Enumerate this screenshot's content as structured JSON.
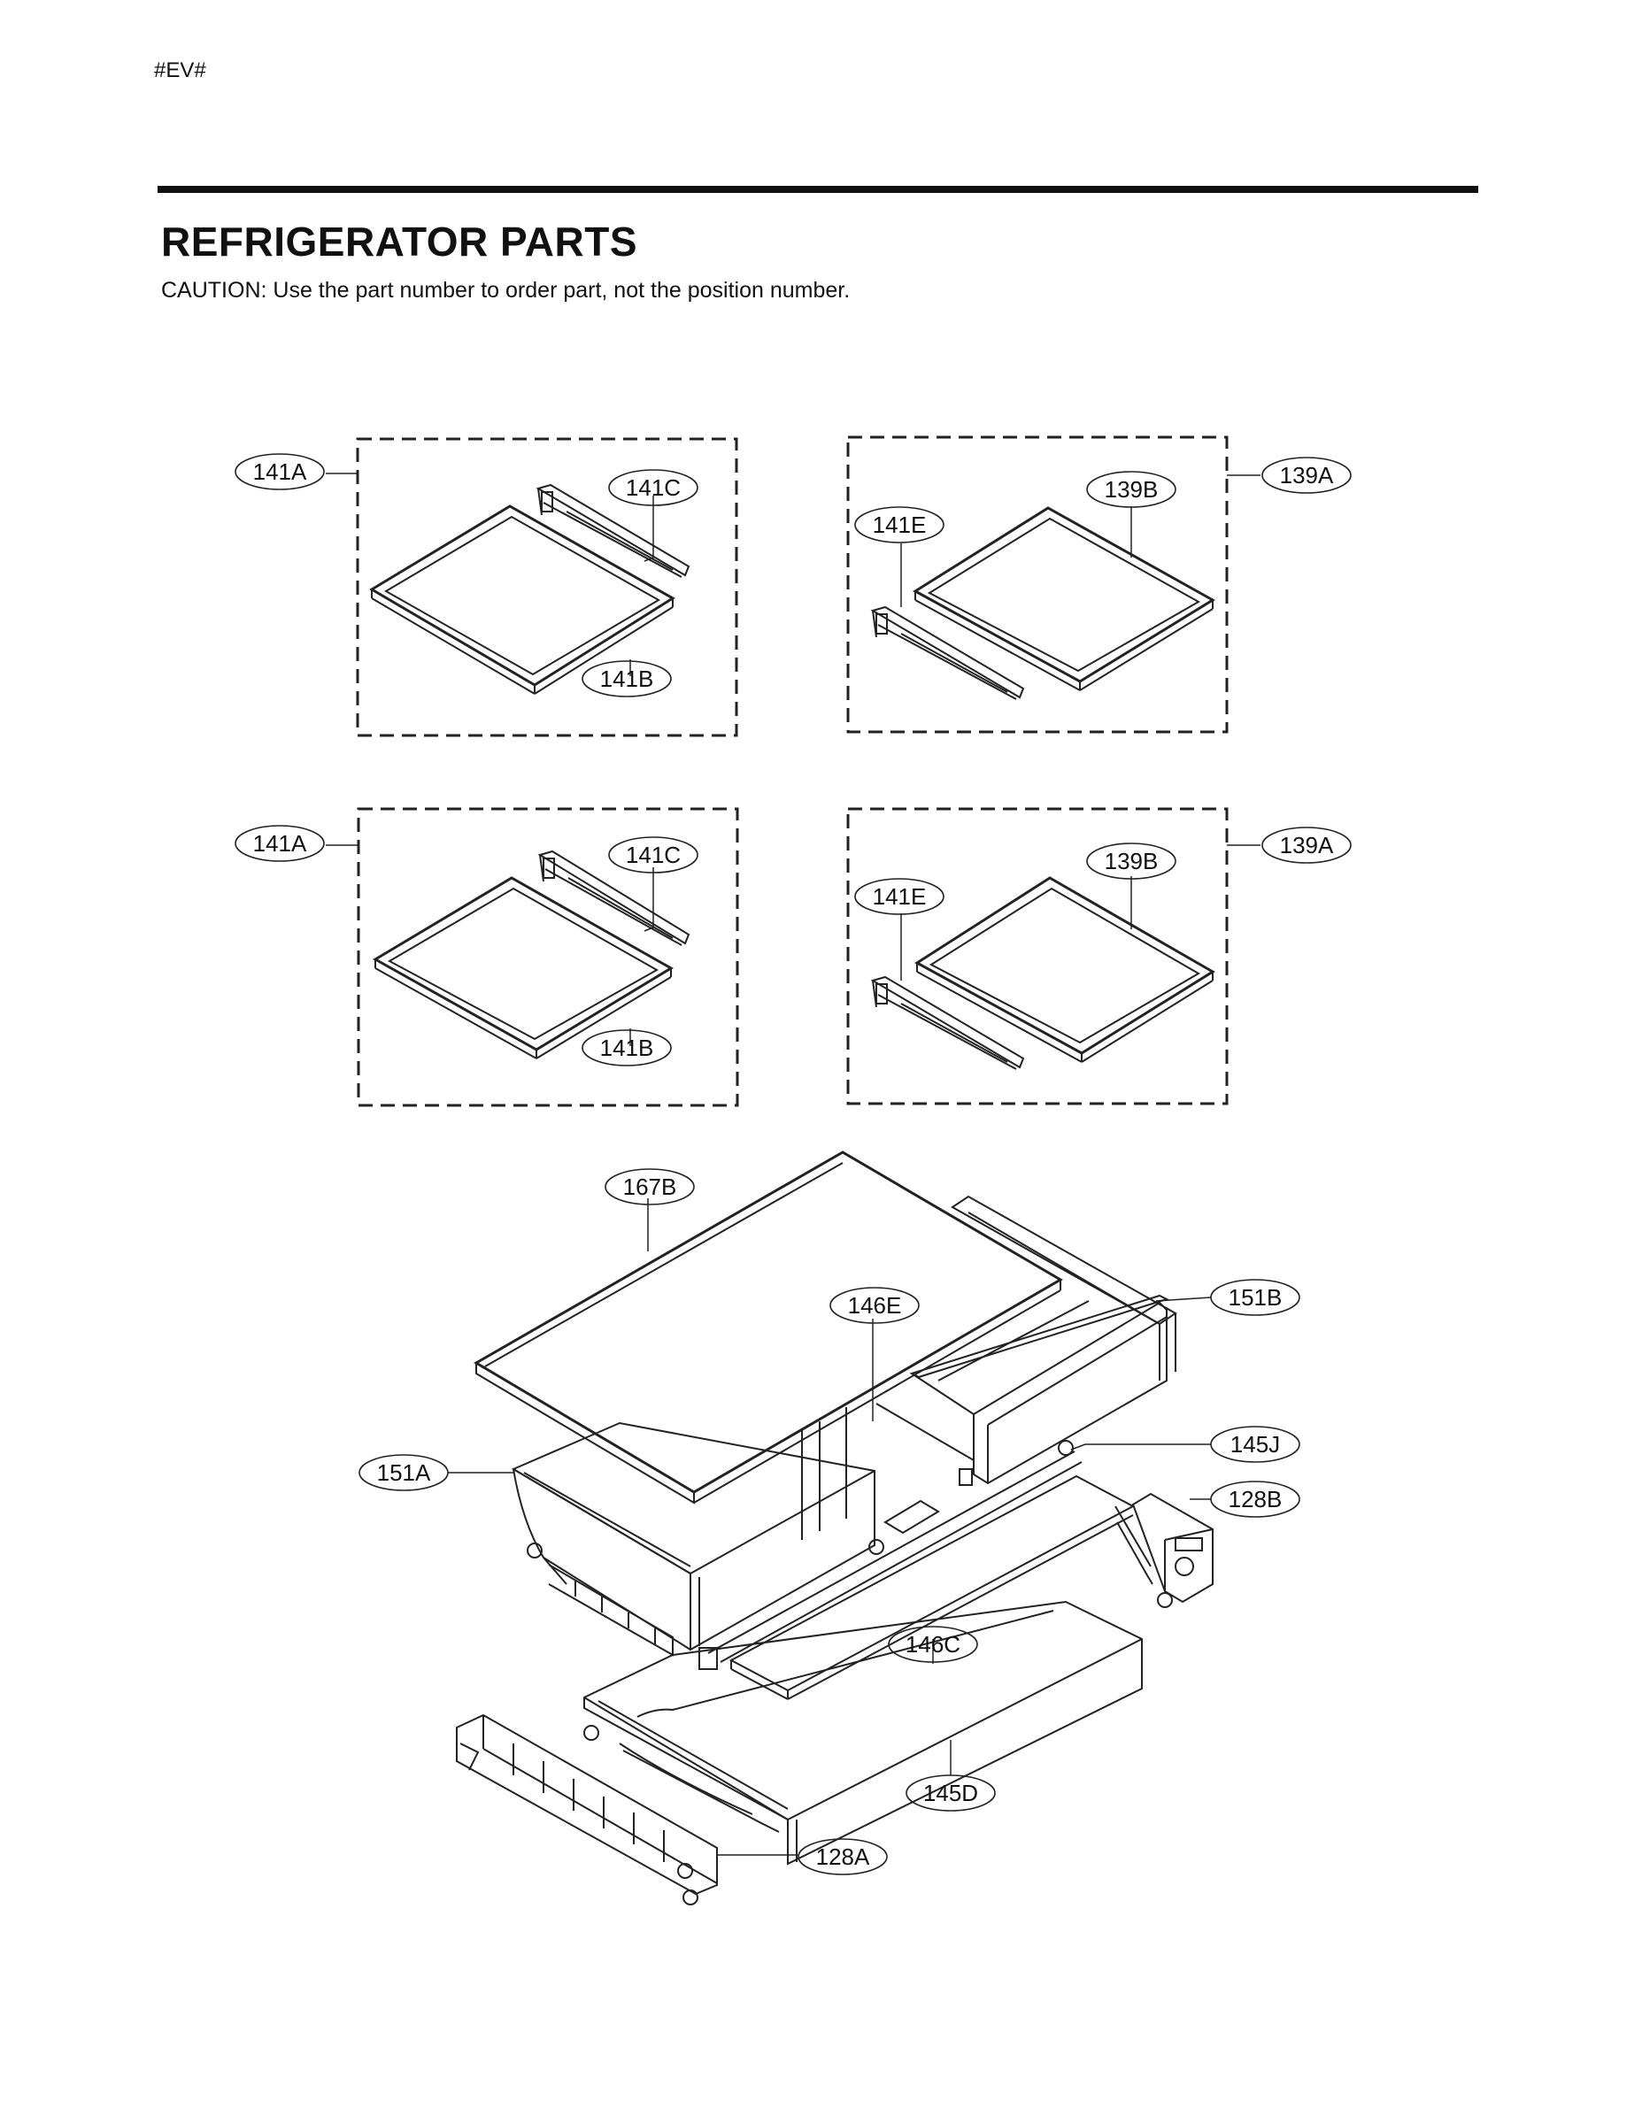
{
  "header": {
    "doc_code": "#EV#",
    "title": "REFRIGERATOR PARTS",
    "caution": "CAUTION: Use the part number to order part, not the position number."
  },
  "callouts": {
    "g1_141A": "141A",
    "g1_141C": "141C",
    "g1_141B": "141B",
    "g2_139A": "139A",
    "g2_139B": "139B",
    "g2_141E": "141E",
    "g3_141A": "141A",
    "g3_141C": "141C",
    "g3_141B": "141B",
    "g4_139A": "139A",
    "g4_139B": "139B",
    "g4_141E": "141E",
    "c_167B": "167B",
    "c_146E": "146E",
    "c_151B": "151B",
    "c_145J": "145J",
    "c_151A": "151A",
    "c_128B": "128B",
    "c_146C": "146C",
    "c_145D": "145D",
    "c_128A": "128A"
  }
}
